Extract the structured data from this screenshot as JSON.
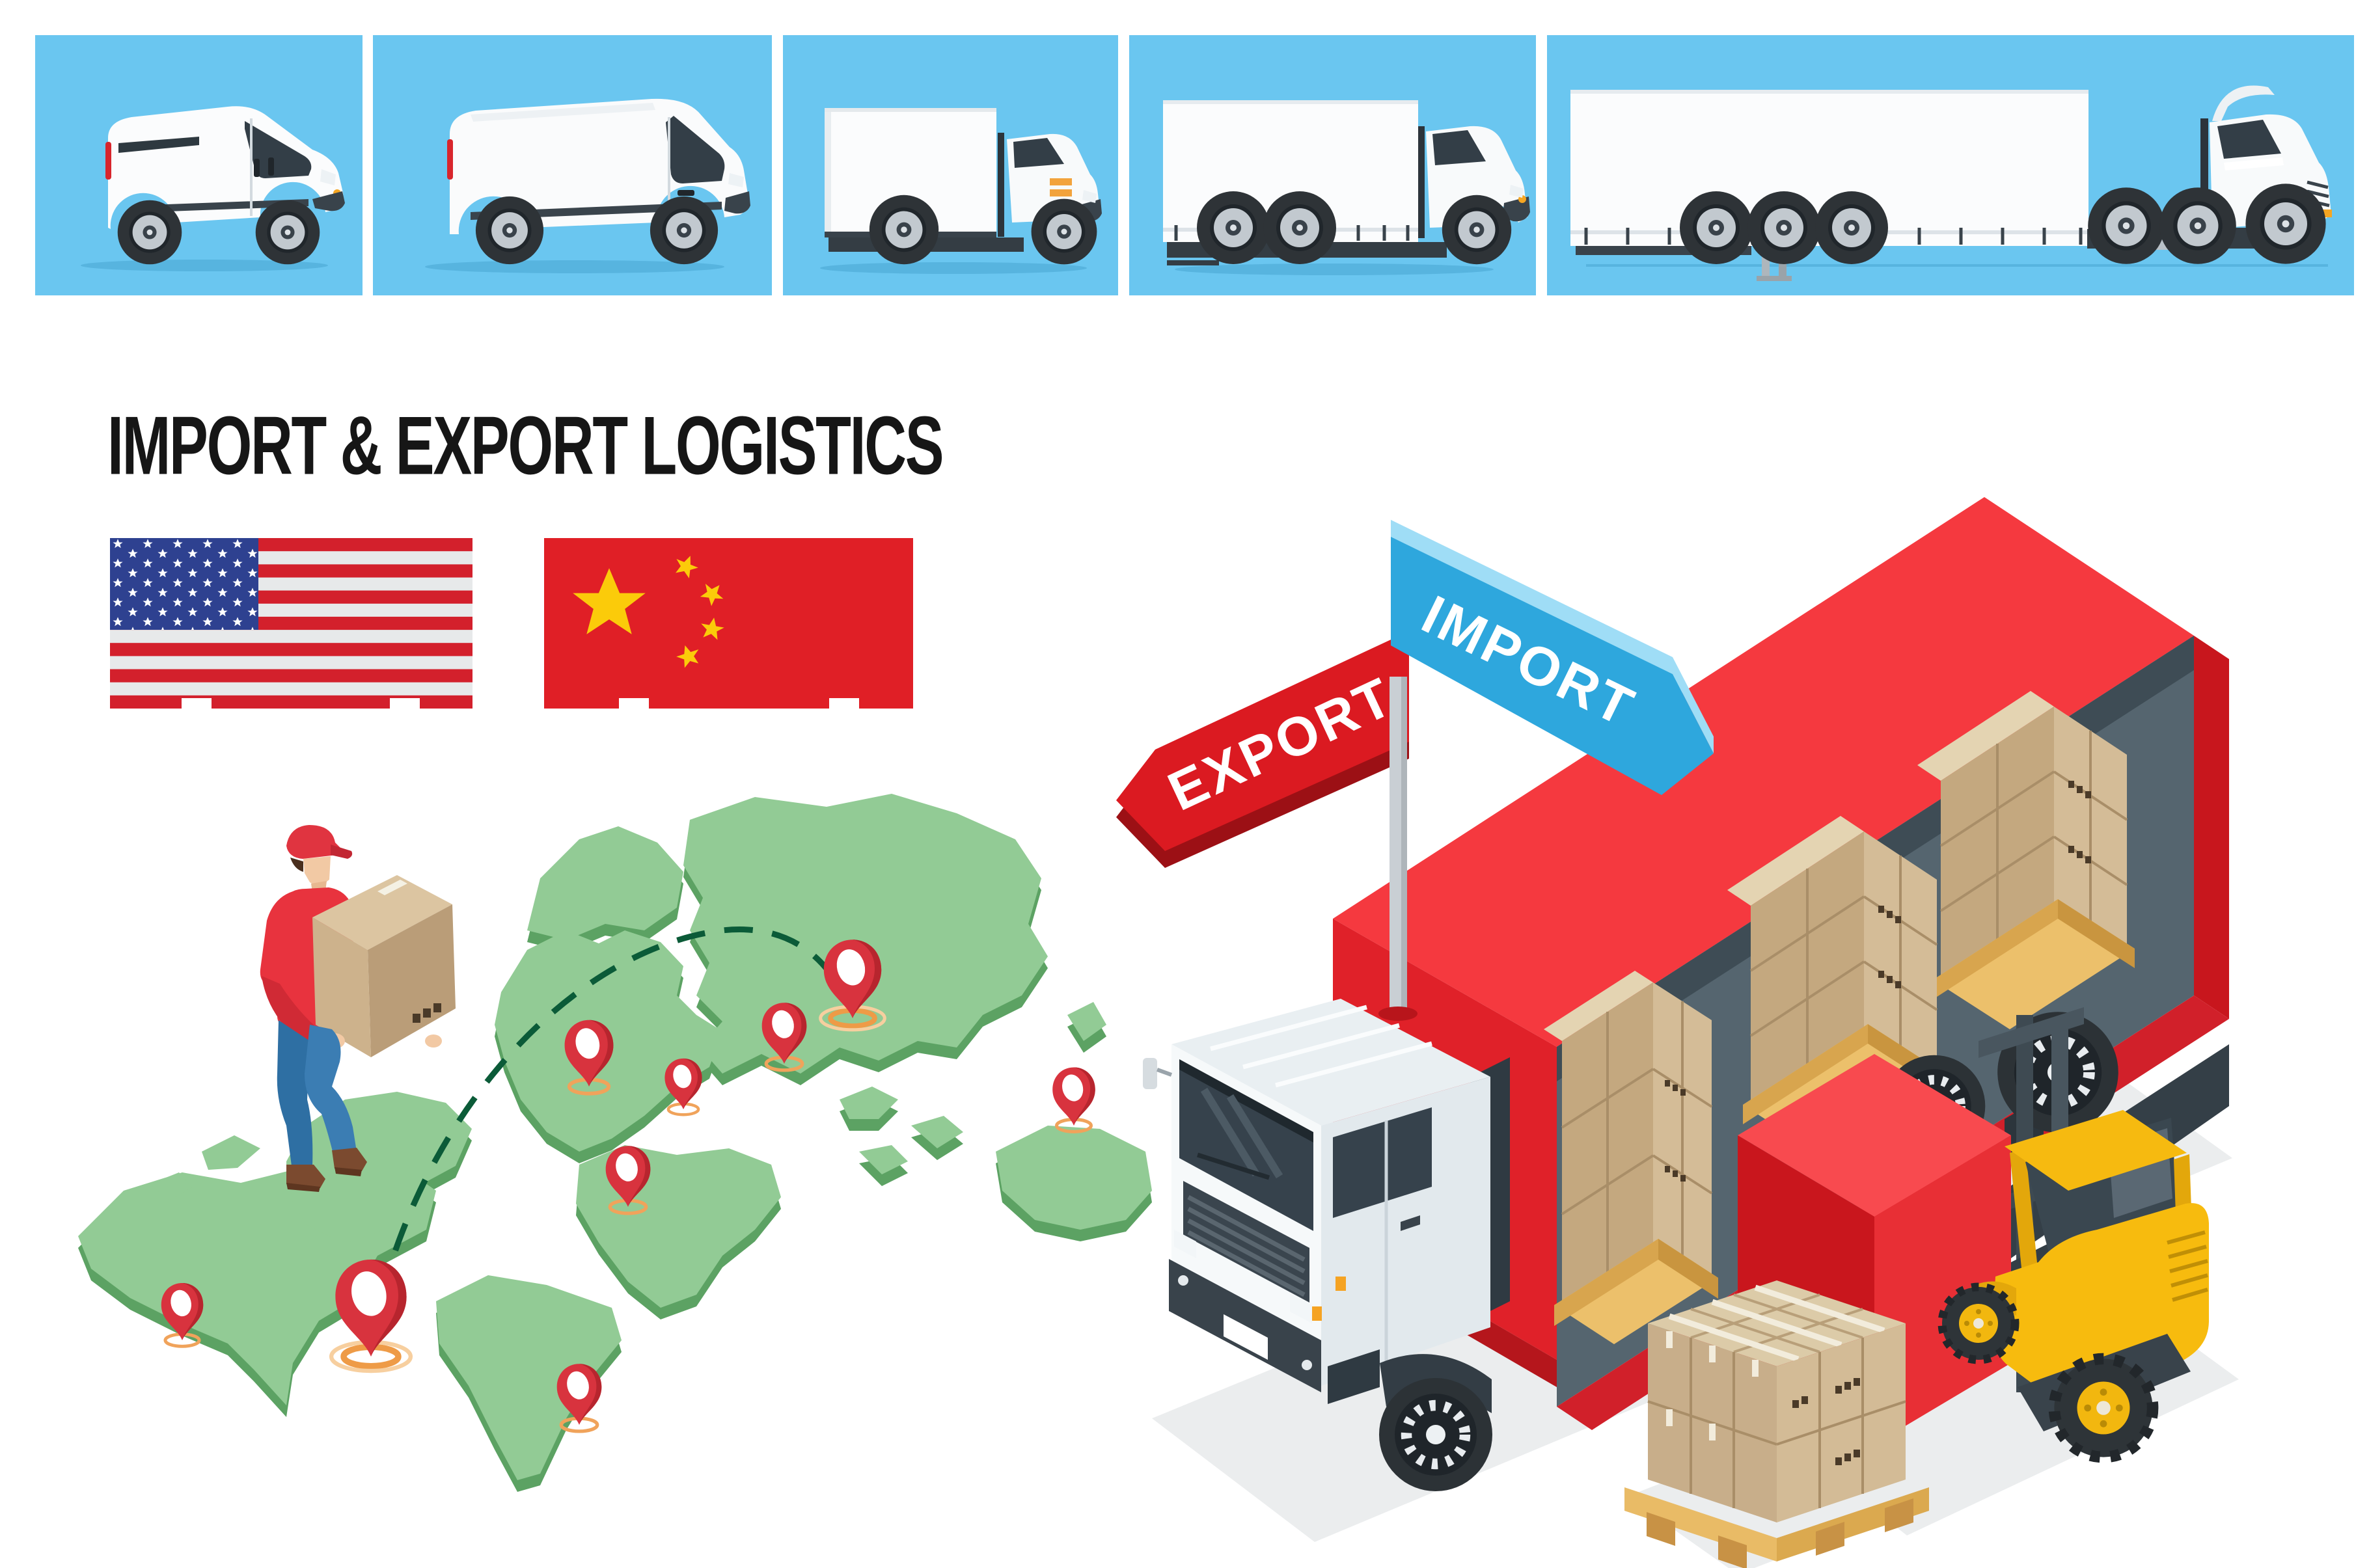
{
  "title": {
    "text": "IMPORT & EXPORT LOGISTICS",
    "color": "#161616"
  },
  "vehicle_panels": {
    "background_color": "#6AC6F0",
    "items": [
      {
        "icon": "small-cargo-van-icon"
      },
      {
        "icon": "high-roof-cargo-van-icon"
      },
      {
        "icon": "light-box-truck-icon"
      },
      {
        "icon": "curtain-side-truck-icon"
      },
      {
        "icon": "semi-trailer-truck-icon"
      }
    ]
  },
  "flags": {
    "usa": {
      "icon": "united-states-flag-icon",
      "canton_color": "#2E4190",
      "stripe_red": "#D3202C"
    },
    "china": {
      "icon": "china-flag-icon",
      "field_color": "#E01F26",
      "star_color": "#FBCB0A"
    }
  },
  "map": {
    "icon": "isometric-world-map",
    "land_color": "#92CB95",
    "land_side_color": "#5CA263",
    "route_color": "#0B5B38",
    "pin_color": "#D8333E",
    "pin_ring_color": "#F0A35B",
    "pin_count": 9
  },
  "courier": {
    "icon": "delivery-man-carrying-box",
    "shirt_color": "#E8333E",
    "jeans_color": "#2E6FA3"
  },
  "signpost": {
    "export_label": "EXPORT",
    "import_label": "IMPORT",
    "export_color": "#DB1A21",
    "import_color": "#2EA7DD"
  },
  "scene": {
    "truck_color": "#E8232B",
    "truck_top_color": "#F5393F",
    "cab_color": "#F6F9FA",
    "cube_color": "#E82F35",
    "forklift_color": "#F7BB0E",
    "carton_color": "#C8AE8A",
    "pallet_color": "#E9BB66"
  }
}
